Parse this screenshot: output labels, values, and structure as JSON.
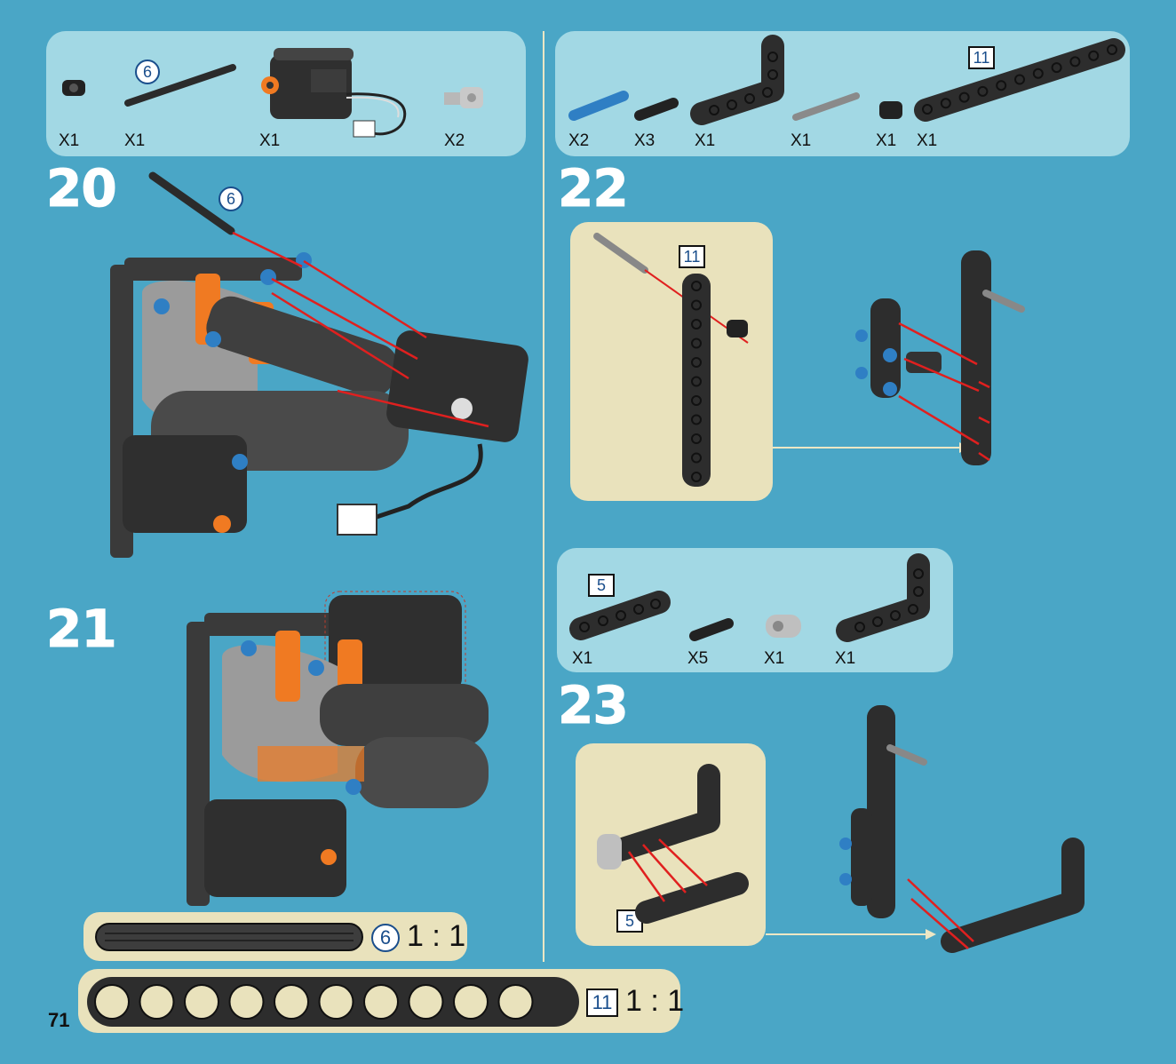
{
  "page_number": "71",
  "colors": {
    "background": "#4aa6c6",
    "parts_box": "#a2d8e4",
    "callout": "#e9e2bc",
    "arrow": "#e0201f",
    "brick_dark": "#3a3a3a",
    "brick_light": "#9b9b9b",
    "orange": "#f07a22",
    "blue_pin": "#2f7fc4"
  },
  "panel_20": {
    "step_number": "20",
    "parts": [
      {
        "icon": "pin-connector-icon",
        "qty": "X1"
      },
      {
        "icon": "axle-icon",
        "qty": "X1",
        "length_label": "6"
      },
      {
        "icon": "motor-icon",
        "qty": "X1"
      },
      {
        "icon": "axle-pin-connector-icon",
        "qty": "X2"
      }
    ],
    "axle_callout": "6"
  },
  "panel_21": {
    "step_number": "21"
  },
  "panel_22": {
    "step_number": "22",
    "parts": [
      {
        "icon": "blue-pin-icon",
        "qty": "X2"
      },
      {
        "icon": "black-pin-icon",
        "qty": "X3"
      },
      {
        "icon": "l-beam-icon",
        "qty": "X1"
      },
      {
        "icon": "grey-axle-icon",
        "qty": "X1"
      },
      {
        "icon": "bush-icon",
        "qty": "X1"
      },
      {
        "icon": "beam-11-icon",
        "qty": "X1",
        "length_label": "11"
      }
    ],
    "callout_beam_label": "11"
  },
  "panel_23": {
    "step_number": "23",
    "parts": [
      {
        "icon": "beam-5-icon",
        "qty": "X1",
        "length_label": "5"
      },
      {
        "icon": "black-pin-icon",
        "qty": "X5"
      },
      {
        "icon": "pin-joiner-icon",
        "qty": "X1"
      },
      {
        "icon": "l-beam-icon",
        "qty": "X1"
      }
    ],
    "callout_beam_label": "5"
  },
  "scale": {
    "axle_label": "6",
    "axle_ratio": "1 : 1",
    "beam_label": "11",
    "beam_ratio": "1 : 1",
    "beam_holes": 10
  }
}
